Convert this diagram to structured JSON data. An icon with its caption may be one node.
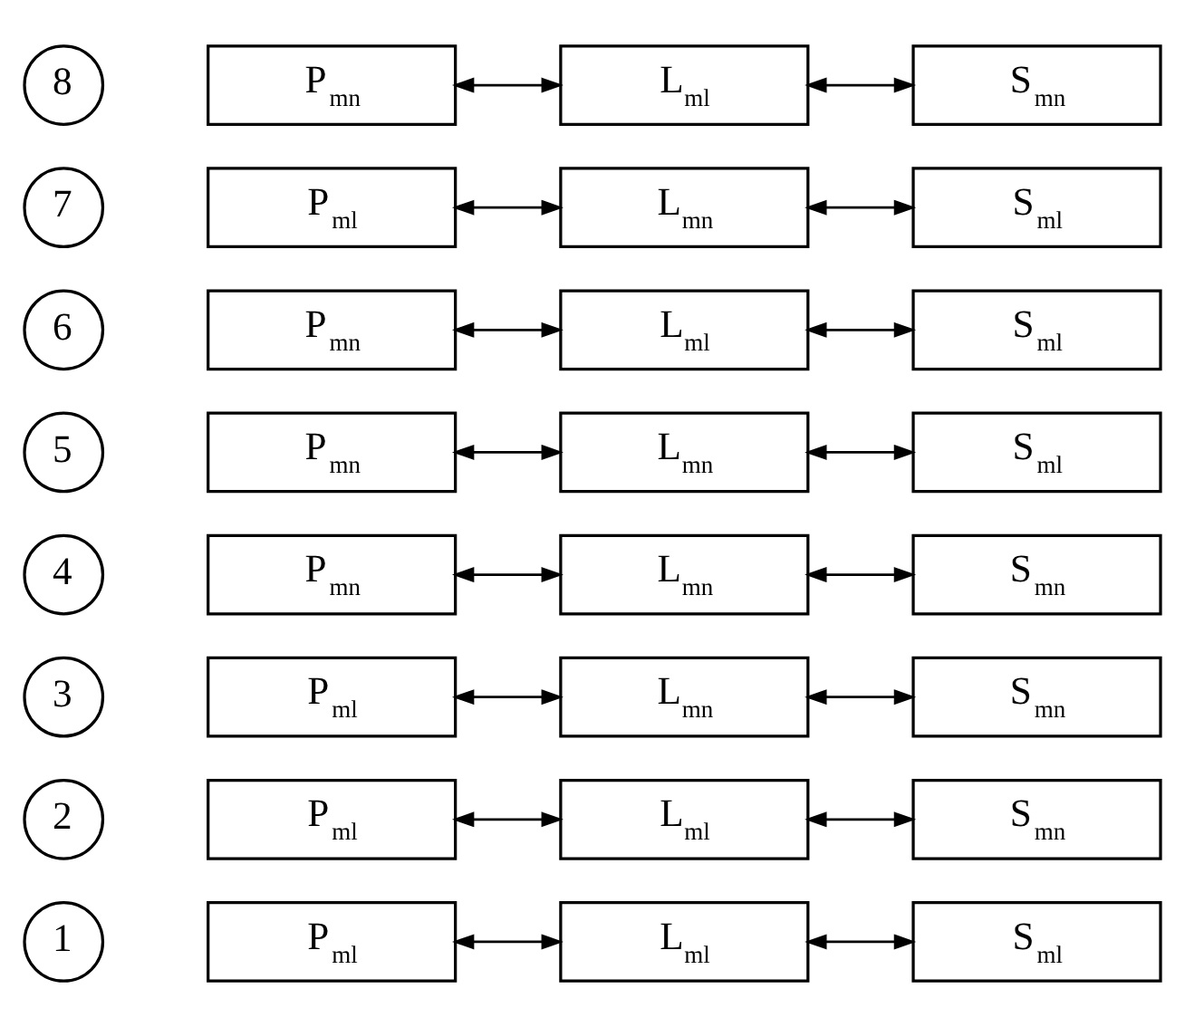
{
  "diagram": {
    "nodes": [
      {
        "text": [
          "1"
        ]
      },
      {
        "text": [
          "P$_{ml}$"
        ]
      },
      {
        "text": [
          "L$_{ml}$"
        ]
      },
      {
        "text": [
          "S$_{ml}$"
        ]
      },
      {
        "text": [
          "2"
        ]
      },
      {
        "text": [
          "P$_{ml}$"
        ]
      },
      {
        "text": [
          "L$_{ml}$"
        ]
      },
      {
        "text": [
          "S$_{mn}$"
        ]
      },
      {
        "text": [
          "3"
        ]
      },
      {
        "text": [
          "P$_{ml}$"
        ]
      },
      {
        "text": [
          "L$_{mn}$"
        ]
      },
      {
        "text": [
          "S$_{mn}$"
        ]
      },
      {
        "text": [
          "4"
        ]
      },
      {
        "text": [
          "P$_{mn}$"
        ]
      },
      {
        "text": [
          "L$_{mn}$"
        ]
      },
      {
        "text": [
          "S$_{mn}$"
        ]
      },
      {
        "text": [
          "5"
        ]
      },
      {
        "text": [
          "P$_{mn}$"
        ]
      },
      {
        "text": [
          "L$_{mn}$"
        ]
      },
      {
        "text": [
          "S$_{ml}$"
        ]
      },
      {
        "text": [
          "6"
        ]
      },
      {
        "text": [
          "P$_{mn}$"
        ]
      },
      {
        "text": [
          "L$_{ml}$"
        ]
      },
      {
        "text": [
          "S$_{ml}$"
        ]
      },
      {
        "text": [
          "7"
        ]
      },
      {
        "text": [
          "P$_{ml}$"
        ]
      },
      {
        "text": [
          "L$_{mn}$"
        ]
      },
      {
        "text": [
          "S$_{ml}$"
        ]
      },
      {
        "text": [
          "8"
        ]
      },
      {
        "text": [
          "P$_{mn}$"
        ]
      },
      {
        "text": [
          "L$_{ml}$"
        ]
      },
      {
        "text": [
          "S$_{mn}$"
        ]
      }
    ],
    "edges": [
      {
        "from": 1,
        "to": 2,
        "arrow": "both"
      },
      {
        "from": 2,
        "to": 3,
        "arrow": "both"
      },
      {
        "from": 5,
        "to": 6,
        "arrow": "both"
      },
      {
        "from": 6,
        "to": 7,
        "arrow": "both"
      },
      {
        "from": 9,
        "to": 10,
        "arrow": "both"
      },
      {
        "from": 10,
        "to": 11,
        "arrow": "both"
      },
      {
        "from": 13,
        "to": 14,
        "arrow": "both"
      },
      {
        "from": 14,
        "to": 15,
        "arrow": "both"
      },
      {
        "from": 17,
        "to": 18,
        "arrow": "both"
      },
      {
        "from": 18,
        "to": 19,
        "arrow": "both"
      },
      {
        "from": 21,
        "to": 22,
        "arrow": "both"
      },
      {
        "from": 22,
        "to": 23,
        "arrow": "both"
      },
      {
        "from": 25,
        "to": 26,
        "arrow": "both"
      },
      {
        "from": 26,
        "to": 27,
        "arrow": "both"
      },
      {
        "from": 29,
        "to": 30,
        "arrow": "both"
      },
      {
        "from": 30,
        "to": 31,
        "arrow": "both"
      }
    ]
  }
}
